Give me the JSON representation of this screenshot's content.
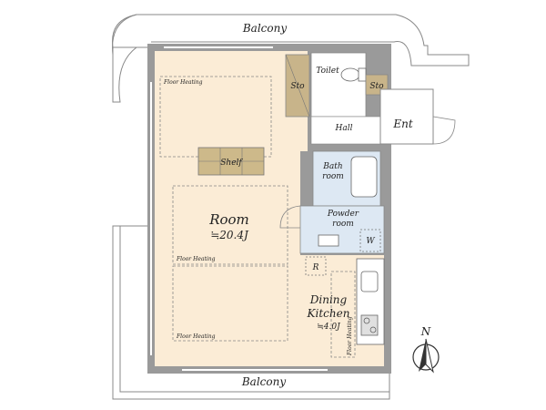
{
  "plan": {
    "balcony_top": "Balcony",
    "balcony_bottom": "Balcony",
    "toilet": "Toilet",
    "sto_left": "Sto",
    "sto_right": "Sto",
    "hall": "Hall",
    "entrance": "Ent",
    "shelf": "Shelf",
    "bath_line1": "Bath",
    "bath_line2": "room",
    "powder_line1": "Powder",
    "powder_line2": "room",
    "washer": "W",
    "fridge": "R",
    "room_name": "Room",
    "room_size": "≒20.4J",
    "dk_line1": "Dining",
    "dk_line2": "Kitchen",
    "dk_size": "≒4.0J",
    "floor_heating": "Floor Heating",
    "north": "N"
  },
  "colors": {
    "wall": "#9a9a9a",
    "floor": "#fbecd6",
    "wet_area": "#dde8f3",
    "shelf": "#cdb98a",
    "storage": "#c8b48a"
  }
}
